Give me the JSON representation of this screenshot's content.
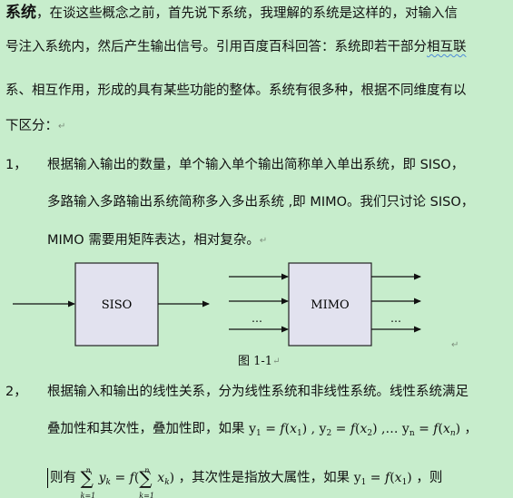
{
  "intro": {
    "title_word": "系统",
    "line1_rest": "，在谈这些概念之前，首先说下系统，我理解的系统是这样的，对输入信",
    "line2_a": "号注入系统内，然后产生输出信号。引用百度百科回答：系统即若干部分",
    "line2_b": "相互联",
    "line3": "系、相互作用，形成的具有某些功能的整体。系统有很多种，根据不同维度有以",
    "line4": "下区分："
  },
  "item1": {
    "number": "1，",
    "line1": "根据输入输出的数量，单个输入单个输出简称单入单出系统，即 SISO，",
    "line2": "多路输入多路输出系统简称多入多出系统 ,即 MIMO。我们只讨论 SISO，",
    "line3": "MIMO 需要用矩阵表达，相对复杂。"
  },
  "figure": {
    "siso_label": "SISO",
    "mimo_label": "MIMO",
    "ellipsis": "…",
    "caption": "图 1-1"
  },
  "item2": {
    "number": "2，",
    "line1": "根据输入和输出的线性关系，分为线性系统和非线性系统。线性系统满足",
    "line2_text": "叠加性和其次性，叠加性即，如果",
    "line3_prefix": "则有",
    "line3_middle": "，其次性是指放大属性，如果",
    "line3_suffix": "，则"
  },
  "paragraph_mark": "↵"
}
